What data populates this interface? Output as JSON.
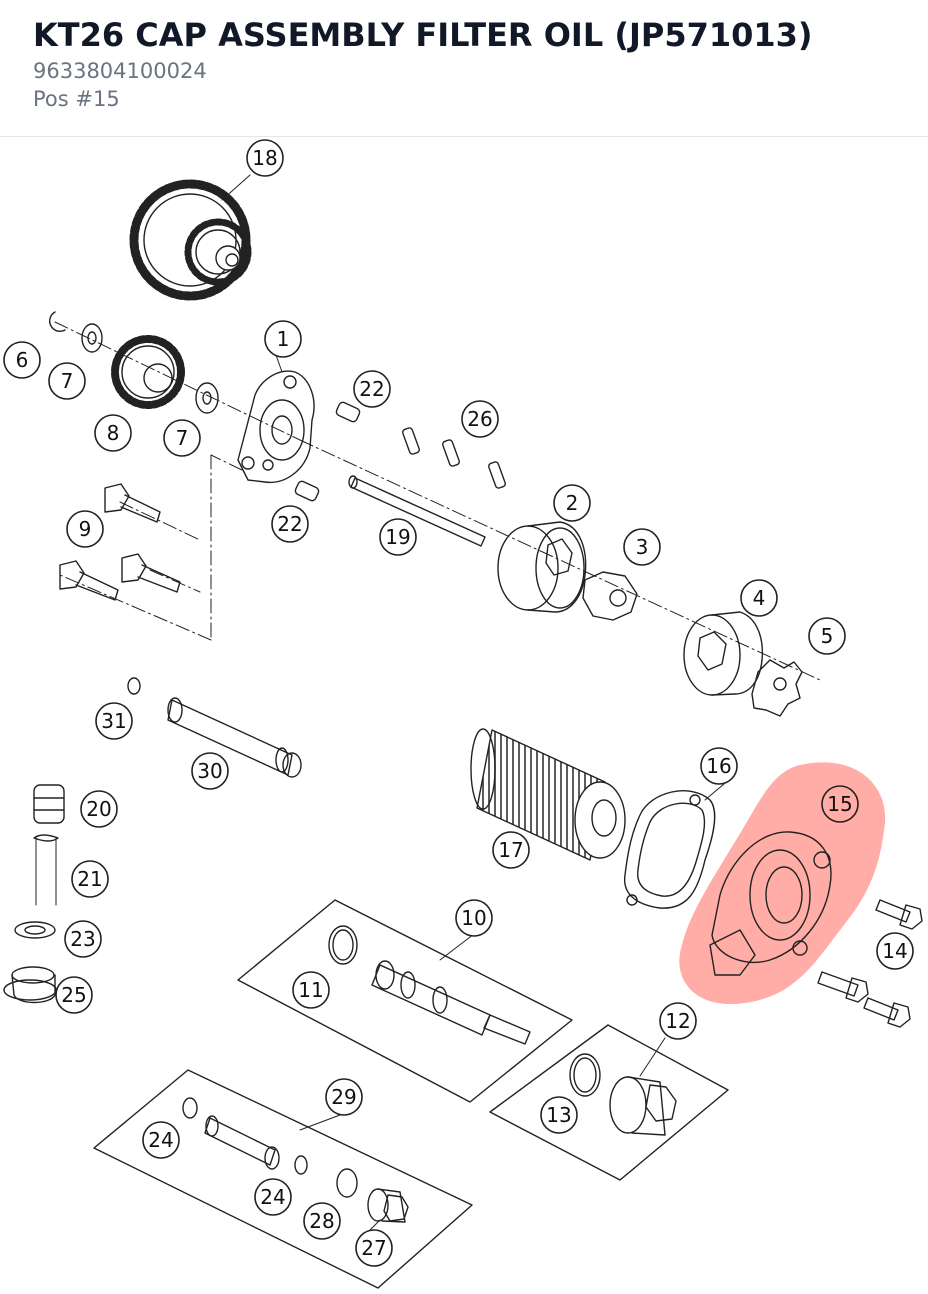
{
  "header": {
    "title": "KT26 CAP ASSEMBLY FILTER OIL (JP571013)",
    "part_number": "9633804100024",
    "position": "Pos #15"
  },
  "diagram": {
    "highlight_color": "#ff8a80",
    "highlighted_callout": "15",
    "callouts": [
      "18",
      "1",
      "6",
      "7",
      "8",
      "7",
      "22",
      "26",
      "9",
      "22",
      "19",
      "2",
      "3",
      "4",
      "5",
      "31",
      "30",
      "20",
      "21",
      "23",
      "25",
      "16",
      "15",
      "17",
      "10",
      "11",
      "14",
      "12",
      "13",
      "29",
      "24",
      "24",
      "28",
      "27"
    ]
  }
}
